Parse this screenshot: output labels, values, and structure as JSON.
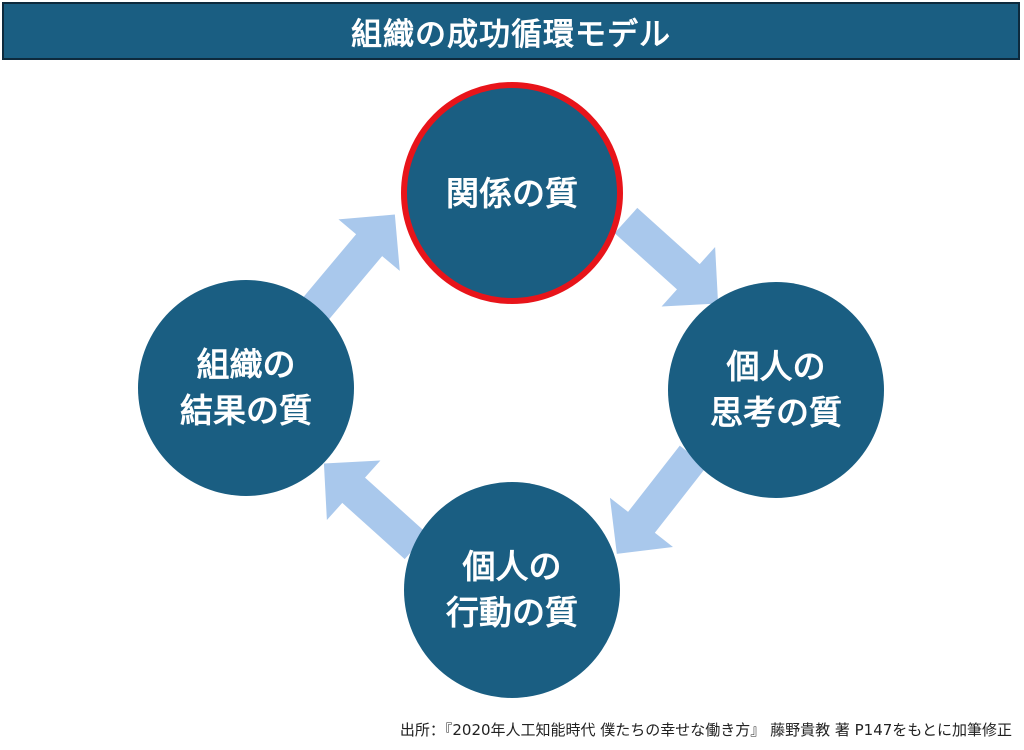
{
  "title": "組織の成功循環モデル",
  "colors": {
    "title_bg": "#1a5e82",
    "node_fill": "#1a5e82",
    "highlight_border": "#e8141a",
    "arrow_fill": "#a9c8ec"
  },
  "nodes": {
    "top": {
      "line1": "関係の質",
      "line2": ""
    },
    "right": {
      "line1": "個人の",
      "line2": "思考の質"
    },
    "bottom": {
      "line1": "個人の",
      "line2": "行動の質"
    },
    "left": {
      "line1": "組織の",
      "line2": "結果の質"
    }
  },
  "source": "出所：『2020年人工知能時代 僕たちの幸せな働き方』 藤野貴教 著 P147をもとに加筆修正"
}
